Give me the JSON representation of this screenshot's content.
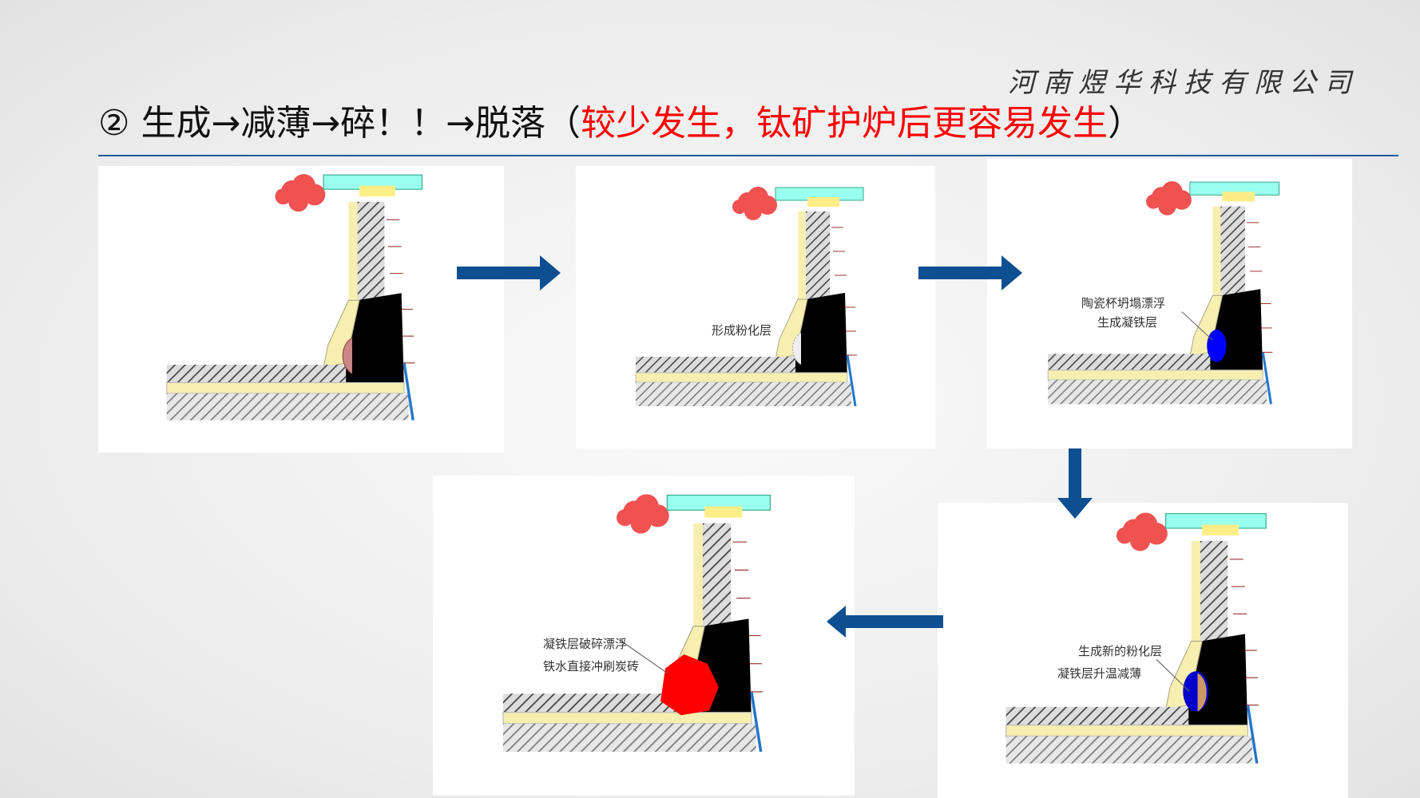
{
  "company": "河南煜华科技有限公司",
  "title": {
    "number": "②",
    "main": "生成→减薄→碎！！→脱落（",
    "highlight": "较少发生，钛矿护炉后更容易发生",
    "close": "）"
  },
  "panels": {
    "p2_label": "形成粉化层",
    "p3_label1": "陶瓷杯坍塌漂浮",
    "p3_label2": "生成凝铁层",
    "p4_label1": "生成新的粉化层",
    "p4_label2": "凝铁层升温减薄",
    "p5_label1": "凝铁层破碎漂浮",
    "p5_label2": "铁水直接冲刷炭砖"
  },
  "colors": {
    "accent": "#1f5b9c",
    "arrow": "#0e4f91",
    "highlight": "#ff0000"
  }
}
